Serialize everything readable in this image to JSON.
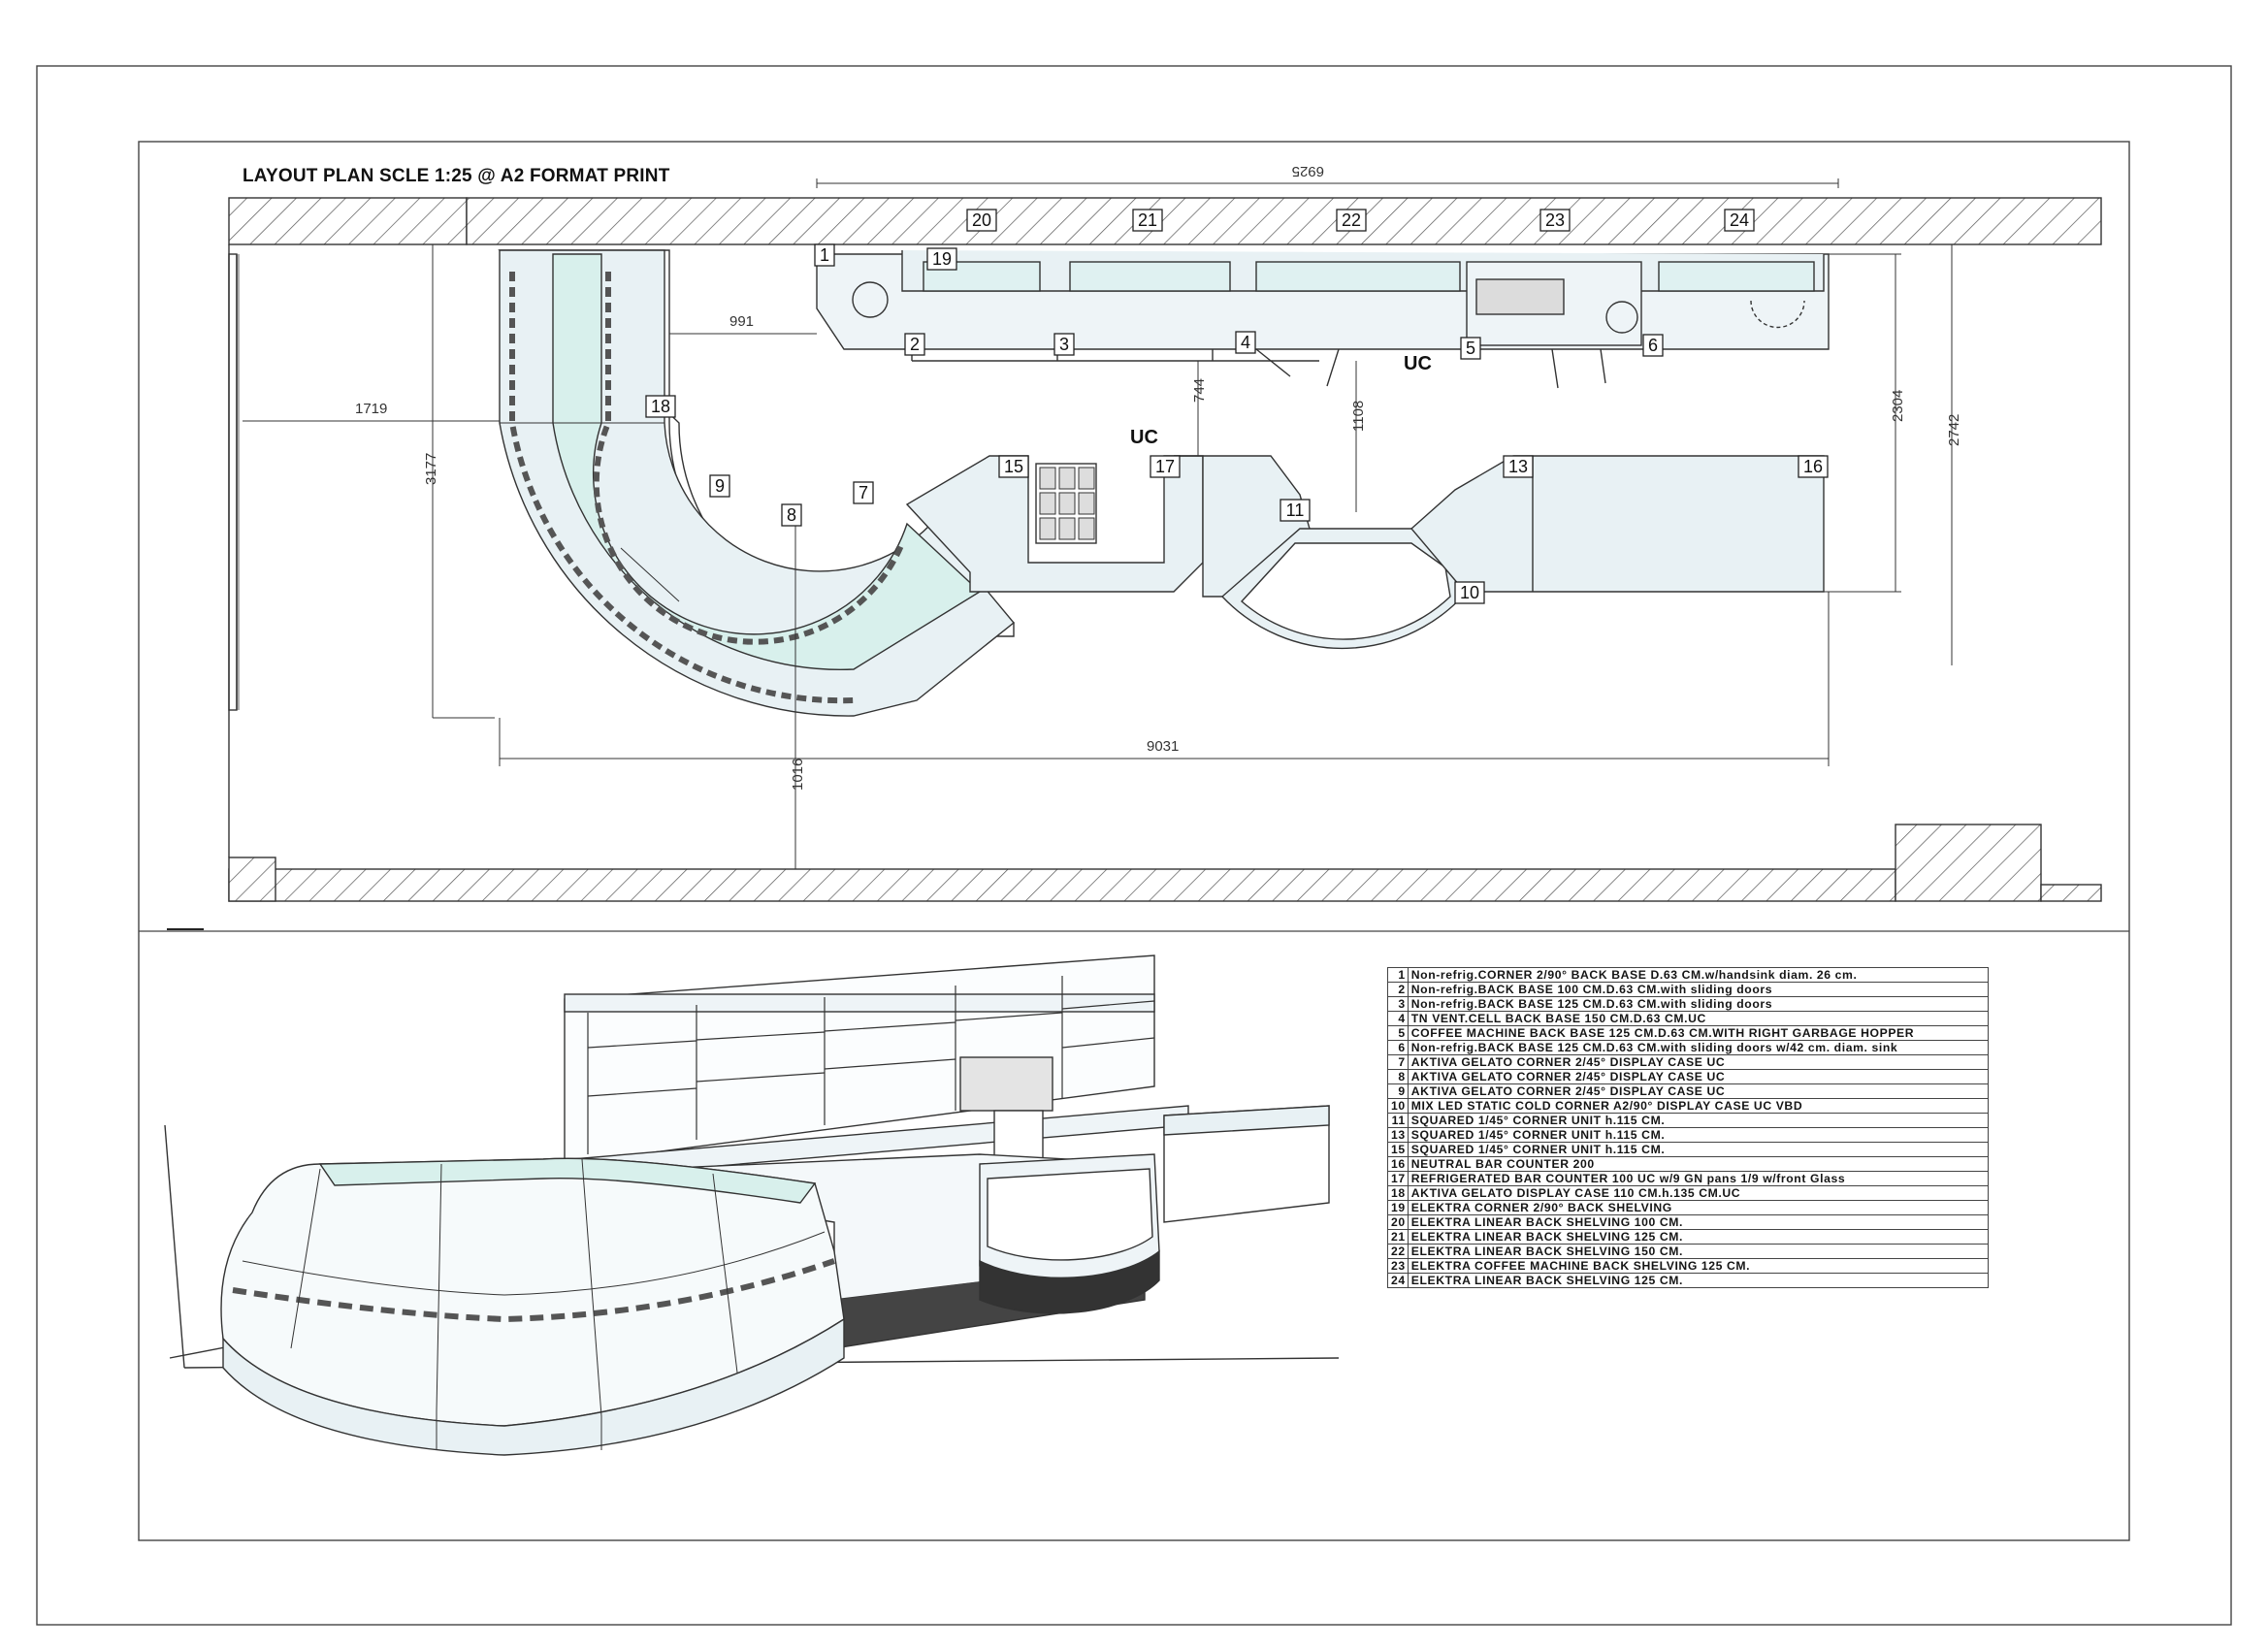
{
  "title": "LAYOUT PLAN SCLE 1:25 @ A2 FORMAT PRINT",
  "dimensions": {
    "top": "6925",
    "d991": "991",
    "d1719": "1719",
    "d3177": "3177",
    "d744": "744",
    "d1108": "1108",
    "d2304": "2304",
    "d2742": "2742",
    "d9031": "9031",
    "d1016": "1016"
  },
  "uc_label": "UC",
  "plan_tags": [
    "1",
    "2",
    "3",
    "4",
    "5",
    "6",
    "7",
    "8",
    "9",
    "10",
    "11",
    "13",
    "15",
    "16",
    "17",
    "18",
    "19",
    "20",
    "21",
    "22",
    "23",
    "24"
  ],
  "legend": [
    {
      "n": "1",
      "text": "Non-refrig.CORNER 2/90° BACK BASE D.63 CM.w/handsink diam. 26 cm."
    },
    {
      "n": "2",
      "text": "Non-refrig.BACK BASE 100 CM.D.63 CM.with sliding doors"
    },
    {
      "n": "3",
      "text": "Non-refrig.BACK BASE 125 CM.D.63 CM.with sliding doors"
    },
    {
      "n": "4",
      "text": "TN VENT.CELL BACK BASE 150 CM.D.63 CM.UC"
    },
    {
      "n": "5",
      "text": "COFFEE MACHINE BACK BASE 125 CM.D.63 CM.WITH RIGHT GARBAGE HOPPER"
    },
    {
      "n": "6",
      "text": "Non-refrig.BACK BASE 125 CM.D.63 CM.with sliding doors w/42 cm. diam. sink"
    },
    {
      "n": "7",
      "text": "AKTIVA GELATO CORNER 2/45° DISPLAY CASE UC"
    },
    {
      "n": "8",
      "text": "AKTIVA GELATO CORNER 2/45° DISPLAY CASE UC"
    },
    {
      "n": "9",
      "text": "AKTIVA GELATO CORNER 2/45° DISPLAY CASE UC"
    },
    {
      "n": "10",
      "text": "MIX LED STATIC COLD CORNER A2/90° DISPLAY CASE UC VBD"
    },
    {
      "n": "11",
      "text": "SQUARED 1/45° CORNER UNIT h.115 CM."
    },
    {
      "n": "13",
      "text": "SQUARED 1/45° CORNER UNIT h.115 CM."
    },
    {
      "n": "15",
      "text": "SQUARED 1/45° CORNER UNIT h.115 CM."
    },
    {
      "n": "16",
      "text": "NEUTRAL BAR COUNTER 200"
    },
    {
      "n": "17",
      "text": "REFRIGERATED BAR COUNTER 100 UC w/9 GN pans 1/9 w/front Glass"
    },
    {
      "n": "18",
      "text": "AKTIVA GELATO DISPLAY CASE 110 CM.h.135 CM.UC"
    },
    {
      "n": "19",
      "text": "ELEKTRA CORNER 2/90° BACK SHELVING"
    },
    {
      "n": "20",
      "text": "ELEKTRA LINEAR BACK SHELVING 100 CM."
    },
    {
      "n": "21",
      "text": "ELEKTRA LINEAR BACK SHELVING 125 CM."
    },
    {
      "n": "22",
      "text": "ELEKTRA LINEAR BACK SHELVING 150 CM."
    },
    {
      "n": "23",
      "text": "ELEKTRA COFFEE MACHINE BACK SHELVING 125 CM."
    },
    {
      "n": "24",
      "text": "ELEKTRA LINEAR BACK SHELVING 125 CM."
    }
  ],
  "colors": {
    "line": "#333333",
    "fill": "#e8f1f4",
    "glass": "#d8f0ec",
    "wall": "#ffffff"
  }
}
